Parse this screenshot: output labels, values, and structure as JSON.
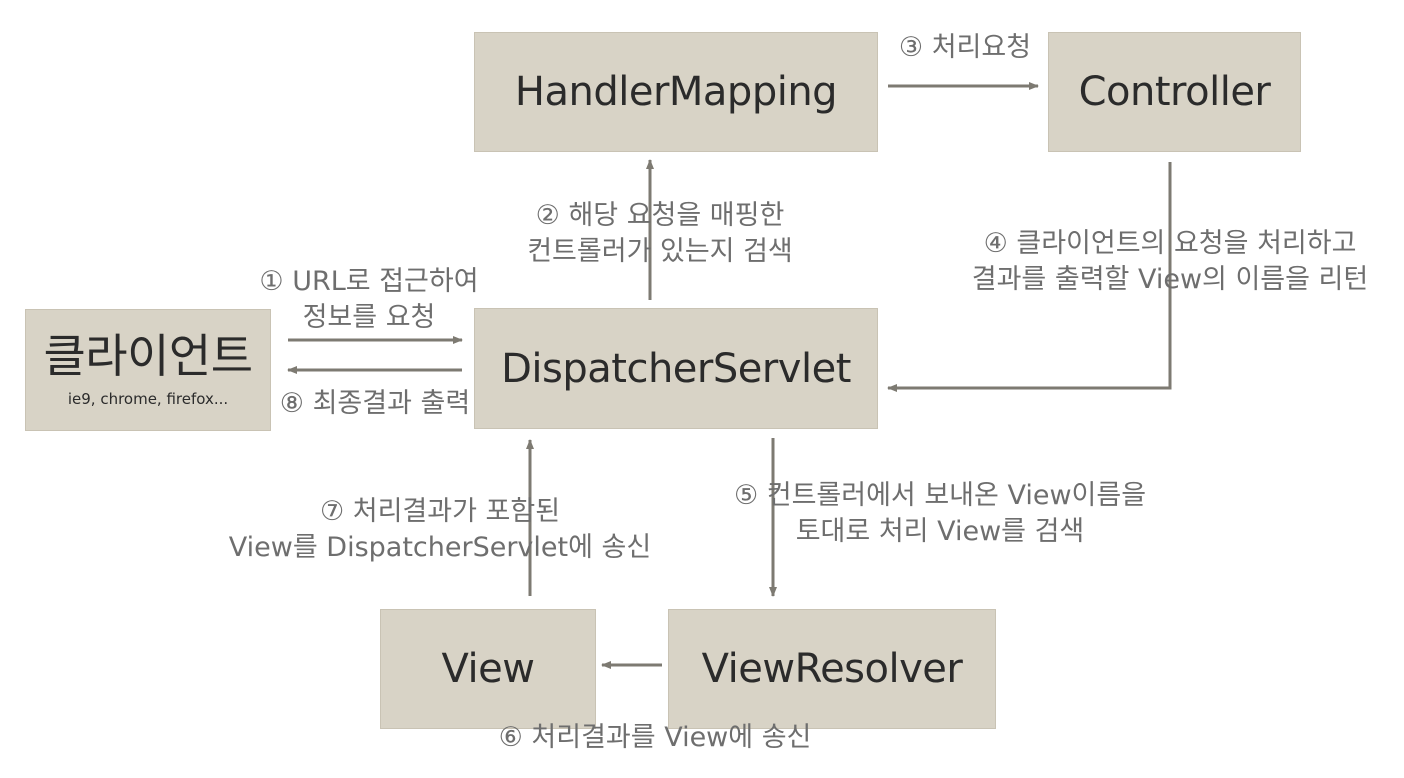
{
  "nodes": {
    "client": {
      "title": "클라이언트",
      "subtitle": "ie9, chrome, firefox..."
    },
    "dispatcher": {
      "title": "DispatcherServlet"
    },
    "handler_mapping": {
      "title": "HandlerMapping"
    },
    "controller": {
      "title": "Controller"
    },
    "view_resolver": {
      "title": "ViewResolver"
    },
    "view": {
      "title": "View"
    }
  },
  "edges": {
    "step1": {
      "line1": "① URL로 접근하여",
      "line2": "정보를 요청"
    },
    "step2": {
      "line1": "② 해당 요청을 매핑한",
      "line2": "컨트롤러가 있는지 검색"
    },
    "step3": {
      "line1": "③ 처리요청"
    },
    "step4": {
      "line1": "④ 클라이언트의 요청을 처리하고",
      "line2": "결과를 출력할 View의 이름을 리턴"
    },
    "step5": {
      "line1": "⑤ 컨트롤러에서 보내온 View이름을",
      "line2": "토대로 처리 View를 검색"
    },
    "step6": {
      "line1": "⑥ 처리결과를 View에 송신"
    },
    "step7": {
      "line1": "⑦ 처리결과가 포함된",
      "line2": "View를 DispatcherServlet에 송신"
    },
    "step8": {
      "line1": "⑧ 최종결과 출력"
    }
  },
  "colors": {
    "box_fill": "#d8d3c6",
    "arrow": "#7d7a72",
    "label": "#6e6e6e"
  }
}
